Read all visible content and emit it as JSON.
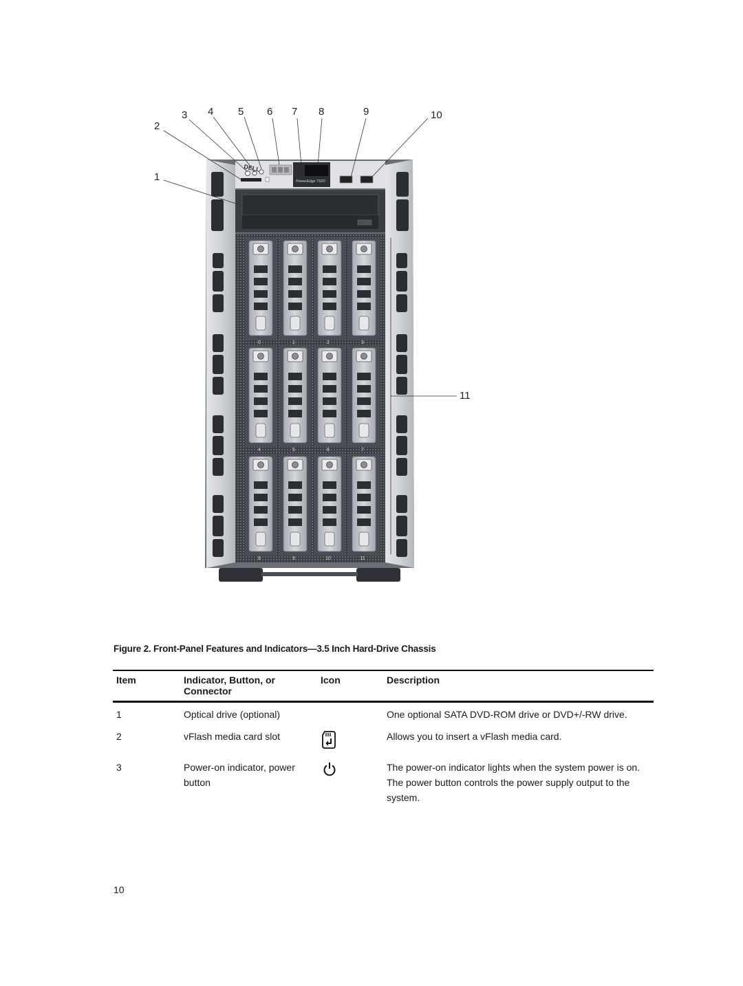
{
  "figure": {
    "callouts": [
      "1",
      "2",
      "3",
      "4",
      "5",
      "6",
      "7",
      "8",
      "9",
      "10",
      "11"
    ],
    "brand_logo": "DELL",
    "model_label": "PowerEdge T620",
    "bay_numbers": [
      "0",
      "1",
      "2",
      "3",
      "4",
      "5",
      "6",
      "7",
      "8",
      "9",
      "10",
      "11"
    ]
  },
  "caption": "Figure 2. Front-Panel Features and Indicators—3.5 Inch Hard-Drive Chassis",
  "table": {
    "headers": {
      "item": "Item",
      "indicator": "Indicator, Button, or Connector",
      "icon": "Icon",
      "description": "Description"
    },
    "rows": [
      {
        "item": "1",
        "indicator": "Optical drive (optional)",
        "icon": "",
        "description": "One optional SATA DVD-ROM drive or DVD+/-RW drive."
      },
      {
        "item": "2",
        "indicator": "vFlash media card slot",
        "icon": "sd-card-icon",
        "description": "Allows you to insert a vFlash media card."
      },
      {
        "item": "3",
        "indicator": "Power-on indicator, power button",
        "icon": "power-icon",
        "description": "The power-on indicator lights when the system power is on. The power button controls the power supply output to the system."
      }
    ]
  },
  "page_number": "10",
  "colors": {
    "chassis_side": "#c9ccd0",
    "chassis_frame": "#5c6167",
    "bezel_dark": "#2d3035",
    "drive_carrier": "#b9bec4",
    "text": "#1a1a1a"
  }
}
